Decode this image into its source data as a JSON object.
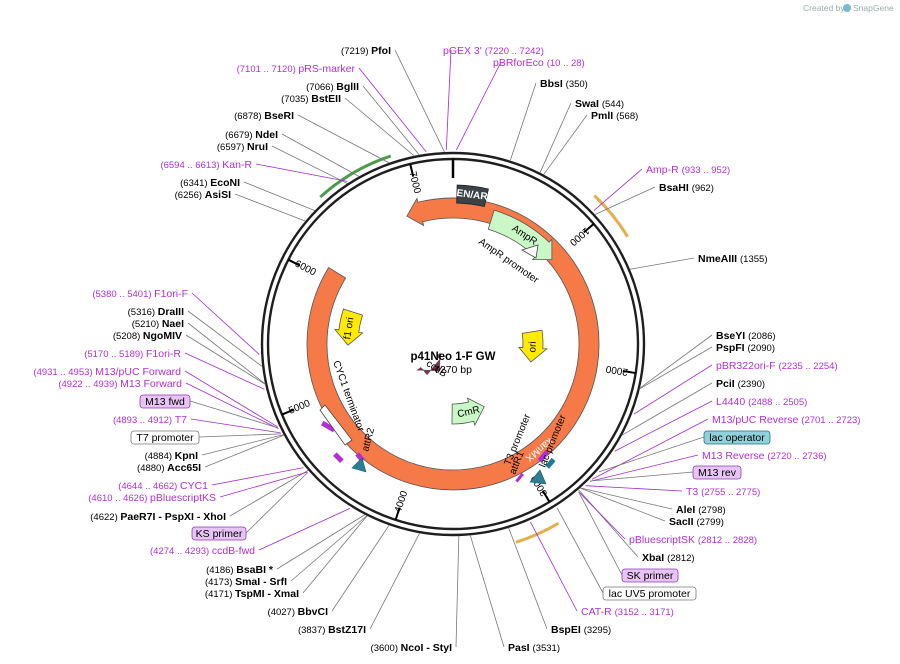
{
  "credit": {
    "text": "Created by",
    "brand": "SnapGene"
  },
  "plasmid": {
    "name": "p41Neo 1-F GW",
    "length_label": "7270 bp",
    "length": 7270
  },
  "ticks": [
    {
      "bp": 1000,
      "label": "1000"
    },
    {
      "bp": 2000,
      "label": "2000"
    },
    {
      "bp": 3000,
      "label": "3000"
    },
    {
      "bp": 4000,
      "label": "4000"
    },
    {
      "bp": 5000,
      "label": "5000"
    },
    {
      "bp": 6000,
      "label": "6000"
    },
    {
      "bp": 7000,
      "label": "7000"
    }
  ],
  "features": [
    {
      "name": "kanMX",
      "type": "arrow",
      "start": 6870,
      "end": 6090,
      "dir": "ccw",
      "radius": 136,
      "color": "#f57a48",
      "label_color": "#ffffff"
    },
    {
      "name": "AmpR",
      "type": "arrow",
      "start": 345,
      "end": 1000,
      "dir": "cw",
      "radius": 130,
      "color": "#c9f7c6",
      "label_color": "#000000"
    },
    {
      "name": "ori",
      "type": "arrow",
      "start": 1640,
      "end": 2080,
      "dir": "cw",
      "radius": 80,
      "color": "#ffea00",
      "label_color": "#000000"
    },
    {
      "name": "f1 ori",
      "type": "arrow",
      "start": 5440,
      "end": 5810,
      "dir": "ccw",
      "radius": 105,
      "color": "#ffea00",
      "label_color": "#000000"
    },
    {
      "name": "CmR",
      "type": "arrow",
      "start": 3100,
      "end": 3650,
      "dir": "ccw",
      "radius": 70,
      "color": "#c9f7c6",
      "label_color": "#000000"
    },
    {
      "name": "ccdB",
      "type": "arrow",
      "start": 4180,
      "end": 4450,
      "dir": "ccw",
      "radius": 30,
      "color": "#8a2a55",
      "label_color": "#000000"
    },
    {
      "name": "CEN/ARS",
      "type": "box",
      "start": 30,
      "end": 260,
      "radius": 150,
      "color": "#3d4247",
      "label_color": "#ffffff"
    }
  ],
  "feature_labels": [
    {
      "text": "AmpR promoter"
    },
    {
      "text": "lac promoter"
    },
    {
      "text": "T3 promoter"
    },
    {
      "text": "attR1"
    },
    {
      "text": "attR2"
    },
    {
      "text": "CYC1 terminator"
    }
  ],
  "sites_right": [
    {
      "name": "BbsI",
      "pos": "(350)"
    },
    {
      "name": "SwaI",
      "pos": "(544)"
    },
    {
      "name": "PmlI",
      "pos": "(568)"
    },
    {
      "name": "BsaHI",
      "pos": "(962)"
    },
    {
      "name": "NmeAIII",
      "pos": "(1355)"
    },
    {
      "name": "BseYI",
      "pos": "(2086)"
    },
    {
      "name": "PspFI",
      "pos": "(2090)"
    },
    {
      "name": "PciI",
      "pos": "(2390)"
    },
    {
      "name": "AleI",
      "pos": "(2798)"
    },
    {
      "name": "SacII",
      "pos": "(2799)"
    },
    {
      "name": "XbaI",
      "pos": "(2812)"
    },
    {
      "name": "BspEI",
      "pos": "(3295)"
    },
    {
      "name": "PasI",
      "pos": "(3531)"
    }
  ],
  "sites_left": [
    {
      "name": "PfoI",
      "pos": "(7219)"
    },
    {
      "name": "BglII",
      "pos": "(7066)"
    },
    {
      "name": "BstEII",
      "pos": "(7035)"
    },
    {
      "name": "BseRI",
      "pos": "(6878)"
    },
    {
      "name": "NdeI",
      "pos": "(6679)"
    },
    {
      "name": "NruI",
      "pos": "(6597)"
    },
    {
      "name": "EcoNI",
      "pos": "(6341)"
    },
    {
      "name": "AsiSI",
      "pos": "(6256)"
    },
    {
      "name": "DraIII",
      "pos": "(5316)"
    },
    {
      "name": "NaeI",
      "pos": "(5210)"
    },
    {
      "name": "NgoMIV",
      "pos": "(5208)"
    },
    {
      "name": "KpnI",
      "pos": "(4884)"
    },
    {
      "name": "Acc65I",
      "pos": "(4880)"
    },
    {
      "name": "PaeR7I - PspXI - XhoI",
      "pos": "(4622)"
    },
    {
      "name": "BsaBI *",
      "pos": "(4186)"
    },
    {
      "name": "SmaI - SrfI",
      "pos": "(4173)"
    },
    {
      "name": "TspMI - XmaI",
      "pos": "(4171)"
    },
    {
      "name": "BbvCI",
      "pos": "(4027)"
    },
    {
      "name": "BstZ17I",
      "pos": "(3837)"
    },
    {
      "name": "NcoI - StyI",
      "pos": "(3600)"
    }
  ],
  "primers_right": [
    {
      "name": "Amp-R",
      "pos": "(933 .. 952)"
    },
    {
      "name": "pBR322ori-F",
      "pos": "(2235 .. 2254)"
    },
    {
      "name": "L4440",
      "pos": "(2488 .. 2505)"
    },
    {
      "name": "M13/pUC Reverse",
      "pos": "(2701 .. 2723)"
    },
    {
      "name": "M13 Reverse",
      "pos": "(2720 .. 2736)"
    },
    {
      "name": "T3",
      "pos": "(2755 .. 2775)"
    },
    {
      "name": "pBluescriptSK",
      "pos": "(2812 .. 2828)"
    },
    {
      "name": "CAT-R",
      "pos": "(3152 .. 3171)"
    }
  ],
  "primers_left": [
    {
      "name": "pGEX 3'",
      "pos": "(7220 .. 7242)"
    },
    {
      "name": "pBRforEco",
      "pos": "(10 .. 28)"
    },
    {
      "name": "pRS-marker",
      "pos": "(7101 .. 7120)"
    },
    {
      "name": "Kan-R",
      "pos": "(6594 .. 6613)"
    },
    {
      "name": "F1ori-F",
      "pos": "(5380 .. 5401)"
    },
    {
      "name": "F1ori-R",
      "pos": "(5170 .. 5189)"
    },
    {
      "name": "M13/pUC Forward",
      "pos": "(4931 .. 4953)"
    },
    {
      "name": "M13 Forward",
      "pos": "(4922 .. 4939)"
    },
    {
      "name": "T7",
      "pos": "(4893 .. 4912)"
    },
    {
      "name": "CYC1",
      "pos": "(4644 .. 4662)"
    },
    {
      "name": "pBluescriptKS",
      "pos": "(4610 .. 4626)"
    },
    {
      "name": "ccdB-fwd",
      "pos": "(4274 .. 4293)"
    }
  ],
  "boxed_labels": [
    {
      "name": "lac operator",
      "style": "teal"
    },
    {
      "name": "M13 rev",
      "style": "purple"
    },
    {
      "name": "SK primer",
      "style": "purple"
    },
    {
      "name": "lac UV5 promoter",
      "style": "white"
    },
    {
      "name": "M13 fwd",
      "style": "purple"
    },
    {
      "name": "T7 promoter",
      "style": "white"
    },
    {
      "name": "KS primer",
      "style": "purple"
    }
  ]
}
